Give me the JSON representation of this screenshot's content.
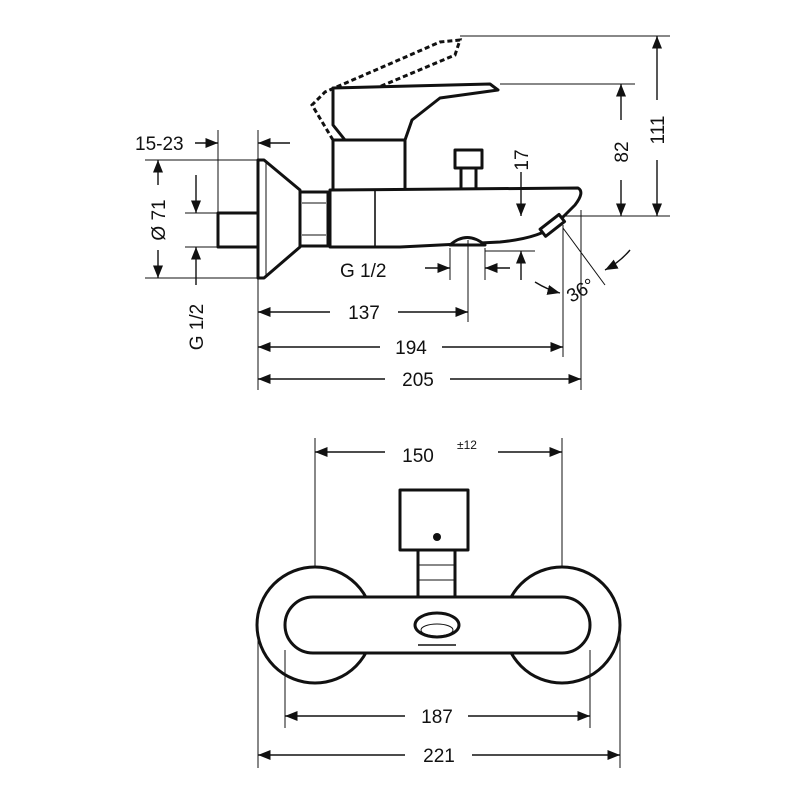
{
  "side_view": {
    "dim_flange_depth": "15-23",
    "dim_flange_diameter": "Ø 71",
    "dim_inlet_thread": "G 1/2",
    "dim_outlet_thread": "G 1/2",
    "dim_spout_offset": "17",
    "dim_spout_height": "82",
    "dim_lever_height": "111",
    "dim_outlet_distance": "137",
    "dim_spout_length": "194",
    "dim_total_length": "205",
    "dim_spray_angle": "36°"
  },
  "front_view": {
    "dim_centers": "150",
    "dim_centers_tolerance": "±12",
    "dim_body_width": "187",
    "dim_total_width": "221"
  }
}
